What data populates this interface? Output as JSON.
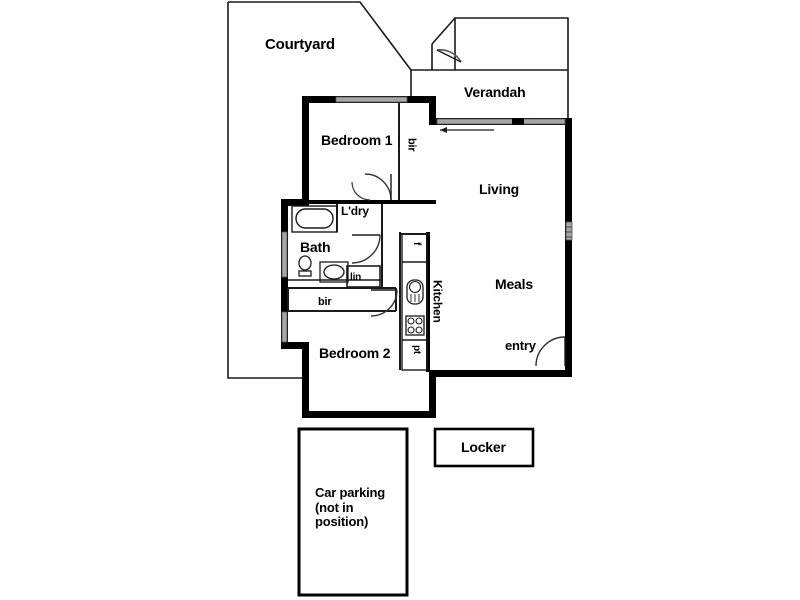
{
  "document": {
    "type": "residential-floor-plan",
    "title": "Apartment Floor Plan"
  },
  "colors": {
    "wall": "#000000",
    "thin_line": "#1a1a1a",
    "window_fill": "#a6a6a6",
    "background": "#ffffff",
    "fixture_stroke": "#000000"
  },
  "rooms": [
    {
      "id": "courtyard",
      "label": "Courtyard"
    },
    {
      "id": "verandah",
      "label": "Verandah"
    },
    {
      "id": "bedroom1",
      "label": "Bedroom 1"
    },
    {
      "id": "living",
      "label": "Living"
    },
    {
      "id": "meals",
      "label": "Meals"
    },
    {
      "id": "entry",
      "label": "entry"
    },
    {
      "id": "bath",
      "label": "Bath"
    },
    {
      "id": "bedroom2",
      "label": "Bedroom 2"
    },
    {
      "id": "kitchen",
      "label": "Kitchen"
    },
    {
      "id": "laundry",
      "label": "L'dry"
    }
  ],
  "storage": [
    {
      "id": "bir-bedroom1",
      "label": "bir"
    },
    {
      "id": "bir-bedroom2",
      "label": "bir"
    },
    {
      "id": "linen",
      "label": "lin"
    }
  ],
  "appliances": [
    {
      "id": "fridge",
      "label": "f"
    },
    {
      "id": "pantry",
      "label": "pt"
    }
  ],
  "outbuildings": [
    {
      "id": "locker",
      "label": "Locker"
    },
    {
      "id": "car-parking",
      "label": "Car parking\n(not in\nposition)"
    }
  ],
  "fixtures": [
    {
      "id": "bathtub",
      "name": "bathtub"
    },
    {
      "id": "toilet",
      "name": "toilet"
    },
    {
      "id": "basin",
      "name": "wash-basin"
    },
    {
      "id": "kitchen-sink",
      "name": "kitchen-sink"
    },
    {
      "id": "cooktop",
      "name": "cooktop-four-burner"
    }
  ],
  "openings": [
    {
      "id": "window-bedroom1-north",
      "type": "window"
    },
    {
      "id": "window-living-north",
      "type": "sliding-door"
    },
    {
      "id": "window-living-east",
      "type": "window"
    },
    {
      "id": "window-bath-west",
      "type": "window"
    },
    {
      "id": "window-bedroom2-west",
      "type": "window"
    },
    {
      "id": "door-entry",
      "type": "swing-door"
    },
    {
      "id": "door-verandah",
      "type": "swing-door"
    },
    {
      "id": "door-bedroom1",
      "type": "swing-door"
    },
    {
      "id": "door-bedroom2",
      "type": "swing-door"
    },
    {
      "id": "door-bath",
      "type": "swing-door"
    },
    {
      "id": "door-laundry",
      "type": "swing-door"
    }
  ]
}
